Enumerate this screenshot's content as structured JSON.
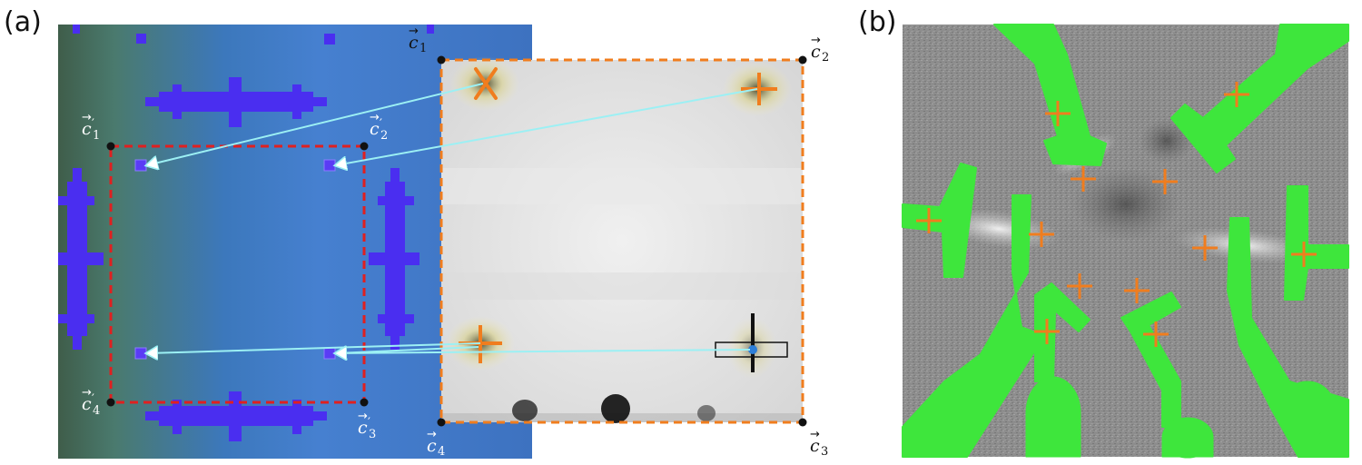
{
  "panels": {
    "a": {
      "label": "(a)"
    },
    "b": {
      "label": "(b)"
    }
  },
  "corner_labels": {
    "c1": {
      "arrow": "→",
      "main": "c",
      "sub": "1"
    },
    "c2": {
      "arrow": "→",
      "main": "c",
      "sub": "2"
    },
    "c3": {
      "arrow": "→",
      "main": "c",
      "sub": "3"
    },
    "c4": {
      "arrow": "→",
      "main": "c",
      "sub": "4"
    },
    "c1p": {
      "arrow": "→",
      "main": "c",
      "sub": "1",
      "prime": "′"
    },
    "c2p": {
      "arrow": "→",
      "main": "c",
      "sub": "2",
      "prime": "′"
    },
    "c3p": {
      "arrow": "→",
      "main": "c",
      "sub": "3",
      "prime": "′"
    },
    "c4p": {
      "arrow": "→",
      "main": "c",
      "sub": "4",
      "prime": "′"
    }
  },
  "colors": {
    "design_bg_left": "#4a6e5a",
    "design_bg_right": "#3f74c4",
    "design_marker": "#4a2ef0",
    "red_box": "#e02020",
    "orange_box": "#f07d1e",
    "match_line": "#9cf0f4",
    "cross": "#f07d1e",
    "electrode": "#3ee63c",
    "sem_gray": "#8c8c8c"
  }
}
